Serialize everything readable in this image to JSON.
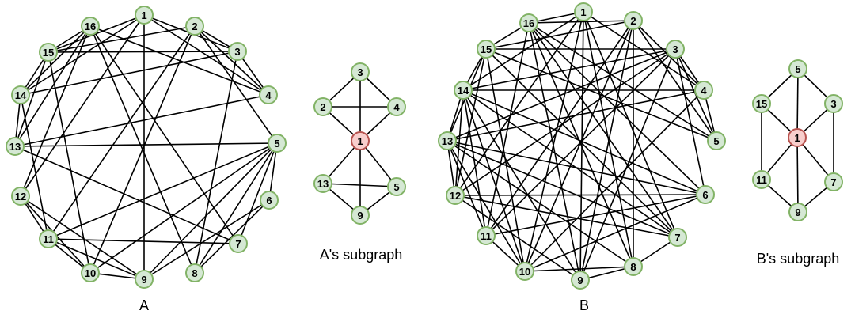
{
  "colors": {
    "node_fill": "#d5e8d4",
    "node_stroke": "#82b366",
    "center_fill": "#f8cecc",
    "center_stroke": "#b85450",
    "edge": "#000000"
  },
  "graphs": [
    {
      "caption": "A",
      "nodes": [
        "1",
        "2",
        "3",
        "4",
        "5",
        "6",
        "7",
        "8",
        "9",
        "10",
        "11",
        "12",
        "13",
        "14",
        "15",
        "16"
      ],
      "edges": [
        [
          "1",
          "9"
        ],
        [
          "1",
          "3"
        ],
        [
          "1",
          "4"
        ],
        [
          "1",
          "15"
        ],
        [
          "1",
          "12"
        ],
        [
          "2",
          "3"
        ],
        [
          "2",
          "4"
        ],
        [
          "2",
          "11"
        ],
        [
          "2",
          "10"
        ],
        [
          "2",
          "15"
        ],
        [
          "3",
          "4"
        ],
        [
          "3",
          "15"
        ],
        [
          "3",
          "14"
        ],
        [
          "3",
          "8"
        ],
        [
          "4",
          "13"
        ],
        [
          "4",
          "16"
        ],
        [
          "5",
          "6"
        ],
        [
          "5",
          "7"
        ],
        [
          "5",
          "8"
        ],
        [
          "5",
          "11"
        ],
        [
          "5",
          "10"
        ],
        [
          "5",
          "2"
        ],
        [
          "5",
          "13"
        ],
        [
          "6",
          "8"
        ],
        [
          "6",
          "9"
        ],
        [
          "7",
          "11"
        ],
        [
          "7",
          "13"
        ],
        [
          "7",
          "16"
        ],
        [
          "8",
          "16"
        ],
        [
          "9",
          "10"
        ],
        [
          "9",
          "12"
        ],
        [
          "9",
          "11"
        ],
        [
          "9",
          "5"
        ],
        [
          "10",
          "11"
        ],
        [
          "10",
          "12"
        ],
        [
          "10",
          "15"
        ],
        [
          "11",
          "12"
        ],
        [
          "11",
          "14"
        ],
        [
          "12",
          "16"
        ],
        [
          "13",
          "14"
        ],
        [
          "13",
          "15"
        ],
        [
          "13",
          "16"
        ],
        [
          "14",
          "15"
        ],
        [
          "14",
          "16"
        ],
        [
          "14",
          "1"
        ],
        [
          "15",
          "16"
        ]
      ]
    },
    {
      "caption": "A's subgraph",
      "center": "1",
      "nodes": [
        "1",
        "2",
        "3",
        "4",
        "13",
        "5",
        "9"
      ],
      "edges": [
        [
          "1",
          "2"
        ],
        [
          "1",
          "3"
        ],
        [
          "1",
          "4"
        ],
        [
          "1",
          "13"
        ],
        [
          "1",
          "5"
        ],
        [
          "1",
          "9"
        ],
        [
          "2",
          "3"
        ],
        [
          "3",
          "4"
        ],
        [
          "2",
          "4"
        ],
        [
          "13",
          "9"
        ],
        [
          "9",
          "5"
        ],
        [
          "13",
          "5"
        ]
      ]
    },
    {
      "caption": "B",
      "nodes": [
        "1",
        "2",
        "3",
        "4",
        "5",
        "6",
        "7",
        "8",
        "9",
        "10",
        "11",
        "12",
        "13",
        "14",
        "15",
        "16"
      ],
      "edges": [
        [
          "1",
          "16"
        ],
        [
          "1",
          "14"
        ],
        [
          "1",
          "4"
        ],
        [
          "1",
          "8"
        ],
        [
          "1",
          "9"
        ],
        [
          "1",
          "10"
        ],
        [
          "1",
          "12"
        ],
        [
          "1",
          "7"
        ],
        [
          "2",
          "16"
        ],
        [
          "2",
          "10"
        ],
        [
          "2",
          "11"
        ],
        [
          "2",
          "8"
        ],
        [
          "2",
          "9"
        ],
        [
          "2",
          "5"
        ],
        [
          "2",
          "15"
        ],
        [
          "2",
          "4"
        ],
        [
          "3",
          "14"
        ],
        [
          "3",
          "15"
        ],
        [
          "3",
          "12"
        ],
        [
          "3",
          "11"
        ],
        [
          "3",
          "9"
        ],
        [
          "3",
          "6"
        ],
        [
          "3",
          "5"
        ],
        [
          "3",
          "4"
        ],
        [
          "4",
          "14"
        ],
        [
          "4",
          "13"
        ],
        [
          "4",
          "10"
        ],
        [
          "4",
          "5"
        ],
        [
          "5",
          "16"
        ],
        [
          "5",
          "15"
        ],
        [
          "6",
          "12"
        ],
        [
          "6",
          "13"
        ],
        [
          "6",
          "11"
        ],
        [
          "6",
          "10"
        ],
        [
          "6",
          "16"
        ],
        [
          "6",
          "14"
        ],
        [
          "7",
          "14"
        ],
        [
          "7",
          "16"
        ],
        [
          "7",
          "13"
        ],
        [
          "7",
          "12"
        ],
        [
          "7",
          "8"
        ],
        [
          "7",
          "15"
        ],
        [
          "8",
          "9"
        ],
        [
          "8",
          "13"
        ],
        [
          "8",
          "10"
        ],
        [
          "8",
          "16"
        ],
        [
          "9",
          "14"
        ],
        [
          "9",
          "12"
        ],
        [
          "9",
          "16"
        ],
        [
          "10",
          "11"
        ],
        [
          "10",
          "13"
        ],
        [
          "10",
          "15"
        ],
        [
          "10",
          "14"
        ],
        [
          "11",
          "14"
        ],
        [
          "11",
          "16"
        ],
        [
          "11",
          "13"
        ],
        [
          "12",
          "13"
        ],
        [
          "12",
          "14"
        ],
        [
          "12",
          "15"
        ],
        [
          "13",
          "14"
        ],
        [
          "13",
          "15"
        ],
        [
          "13",
          "3"
        ],
        [
          "14",
          "15"
        ],
        [
          "15",
          "16"
        ]
      ]
    },
    {
      "caption": "B's subgraph",
      "center": "1",
      "nodes": [
        "1",
        "5",
        "15",
        "3",
        "11",
        "7",
        "9"
      ],
      "edges": [
        [
          "1",
          "5"
        ],
        [
          "1",
          "15"
        ],
        [
          "1",
          "3"
        ],
        [
          "1",
          "11"
        ],
        [
          "1",
          "7"
        ],
        [
          "1",
          "9"
        ],
        [
          "5",
          "15"
        ],
        [
          "5",
          "3"
        ],
        [
          "15",
          "11"
        ],
        [
          "3",
          "7"
        ],
        [
          "11",
          "9"
        ],
        [
          "7",
          "9"
        ]
      ]
    }
  ]
}
